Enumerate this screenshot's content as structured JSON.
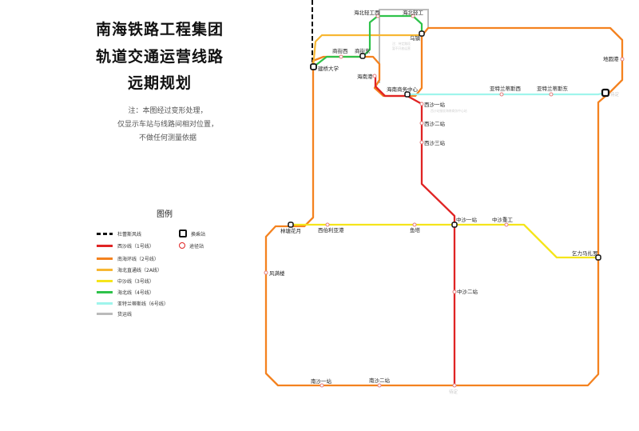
{
  "title": {
    "line1": "南海铁路工程集团",
    "line2": "轨道交通运营线路",
    "line3": "远期规划"
  },
  "note": {
    "line1": "注：本图经过变形处理，",
    "line2": "仅显示车站与线路间相对位置，",
    "line3": "不做任何测量依据"
  },
  "legend": {
    "title": "图例",
    "lines": [
      {
        "label": "杜蕾斯风线",
        "color": "#111111",
        "style": "dashed"
      },
      {
        "label": "西沙线（1号线）",
        "color": "#e02424"
      },
      {
        "label": "南海环线（2号线）",
        "color": "#f4821f"
      },
      {
        "label": "海北直通线（2A线）",
        "color": "#f7b733"
      },
      {
        "label": "中沙线（3号线）",
        "color": "#f5e51b"
      },
      {
        "label": "海北线（4号线）",
        "color": "#2ec24a"
      },
      {
        "label": "亚特兰蒂斯线（6号线）",
        "color": "#9ff5ec"
      },
      {
        "label": "货运线",
        "color": "#bbbbbb"
      }
    ],
    "interchange": "换乘站",
    "station": "途径站"
  },
  "stations": {
    "haibei_qinggong_xi": "海北轻工西",
    "haibei_qinggong": "海北轻工",
    "wuzhen": "乌镇",
    "shangjie_xi": "商街西",
    "shangjie_dong": "商街东",
    "jianqiao_daxue": "建桥大学",
    "dipinggang": "地圆港",
    "hainangang": "海南港",
    "hainan_shangwu": "海南商务中心",
    "xisha_1": "西沙一站",
    "xisha_2": "西沙二站",
    "xisha_3": "西沙三站",
    "yatelandisi_xi": "亚特兰蒂斯西",
    "yatelandisi_dong": "亚特兰蒂斯东",
    "zhongsha_1": "中沙一站",
    "zhongsha_zhonggong": "中沙重工",
    "lintanghuayue": "林塘花月",
    "xibolidugang": "西伯利亚港",
    "yuta": "鱼塔",
    "qilimazhaluo": "乞力马扎罗",
    "fengqinglou": "风满楼",
    "zhongsha_2": "中沙二站",
    "nansha_1": "南沙一站",
    "nansha_2": "南沙二站",
    "waiting_right": "待定",
    "waiting_bottom": "待定"
  },
  "faint": {
    "note_a": "注：待定路段",
    "note_b": "暂不开放运营",
    "note_c": "西沙站接驳海南商务中心站"
  }
}
